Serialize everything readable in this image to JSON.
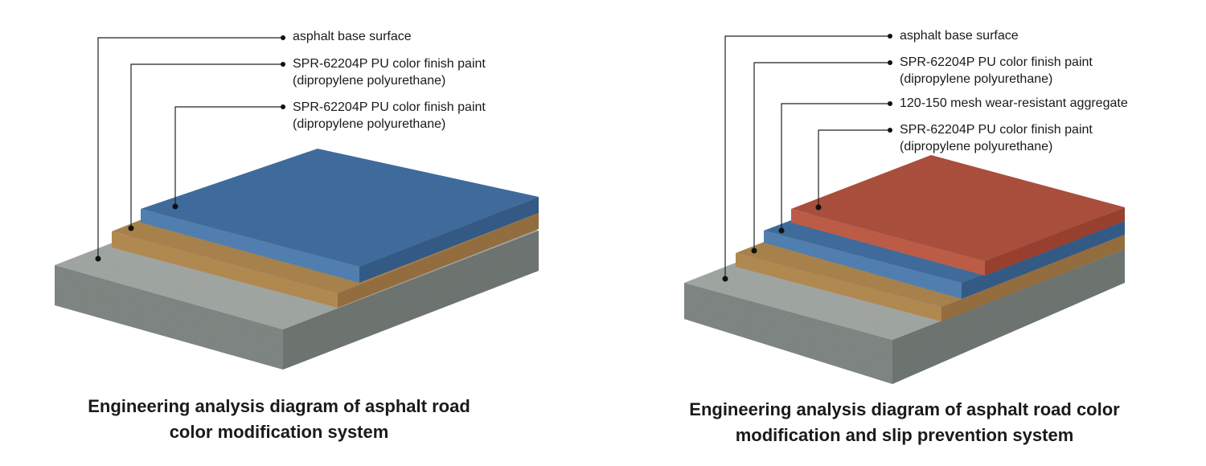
{
  "left_diagram": {
    "labels": [
      {
        "line1": "asphalt base surface"
      },
      {
        "line1": "SPR-62204P PU color finish paint",
        "line2": "(dipropylene polyurethane)"
      },
      {
        "line1": "SPR-62204P PU color finish paint",
        "line2": "(dipropylene polyurethane)"
      }
    ],
    "title_line1": "Engineering analysis diagram of asphalt road",
    "title_line2": "color modification system"
  },
  "right_diagram": {
    "labels": [
      {
        "line1": "asphalt base surface"
      },
      {
        "line1": "SPR-62204P PU color finish paint",
        "line2": "(dipropylene polyurethane)"
      },
      {
        "line1": "120-150 mesh wear-resistant aggregate"
      },
      {
        "line1": "SPR-62204P PU color finish paint",
        "line2": "(dipropylene polyurethane)"
      }
    ],
    "title_line1": "Engineering analysis diagram of asphalt road color",
    "title_line2": "modification and slip prevention system"
  },
  "colors": {
    "asphalt": "#8d938f",
    "brown": "#b48a50",
    "blue": "#4272a6",
    "red": "#b65743"
  }
}
